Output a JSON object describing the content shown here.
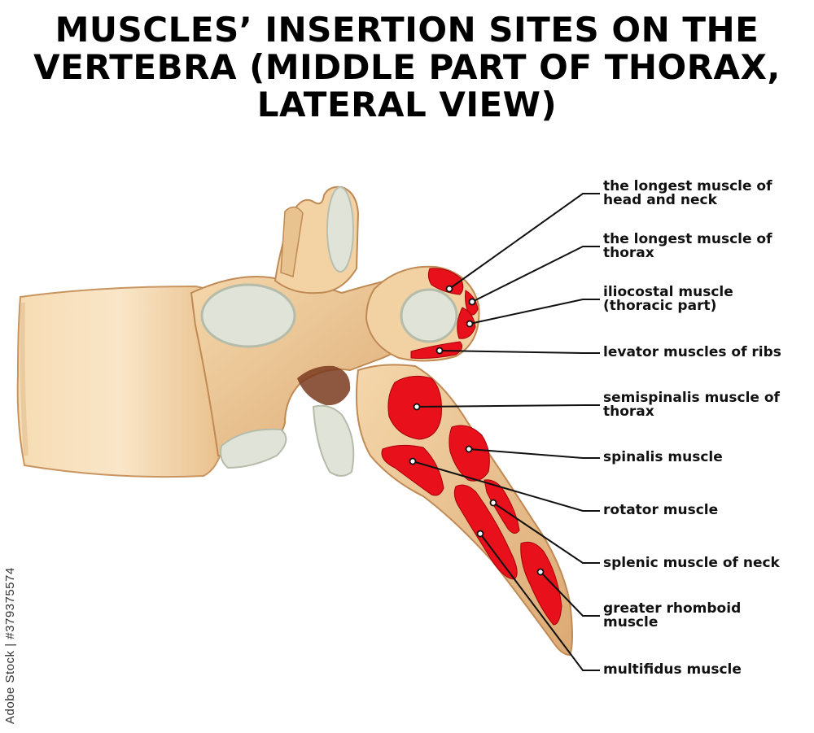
{
  "title": {
    "line1": "MUSCLES’ INSERTION SITES ON THE",
    "line2": "VERTEBRA (MIDDLE PART OF THORAX,",
    "line3": "LATERAL VIEW)"
  },
  "colors": {
    "bone": "#f2d4a8",
    "bone_shadow": "#d9a56f",
    "cartilage": "#dfe3d8",
    "muscle": "#e8101a",
    "leader": "#111111"
  },
  "labels": [
    {
      "id": "longest-head-neck",
      "line1": "the longest muscle of",
      "line2": "head and neck"
    },
    {
      "id": "longest-thorax",
      "line1": "the longest muscle of",
      "line2": "thorax"
    },
    {
      "id": "iliocostal",
      "line1": "iliocostal muscle",
      "line2": "(thoracic part)"
    },
    {
      "id": "levator-ribs",
      "line1": "levator muscles of ribs",
      "line2": ""
    },
    {
      "id": "semispinalis",
      "line1": "semispinalis muscle of",
      "line2": "thorax"
    },
    {
      "id": "spinalis",
      "line1": "spinalis muscle",
      "line2": ""
    },
    {
      "id": "rotator",
      "line1": "rotator muscle",
      "line2": ""
    },
    {
      "id": "splenic",
      "line1": "splenic muscle of neck",
      "line2": ""
    },
    {
      "id": "rhomboid",
      "line1": "greater rhomboid",
      "line2": "muscle"
    },
    {
      "id": "multifidus",
      "line1": "multifidus muscle",
      "line2": ""
    }
  ],
  "watermark": "Adobe Stock | #379375574"
}
